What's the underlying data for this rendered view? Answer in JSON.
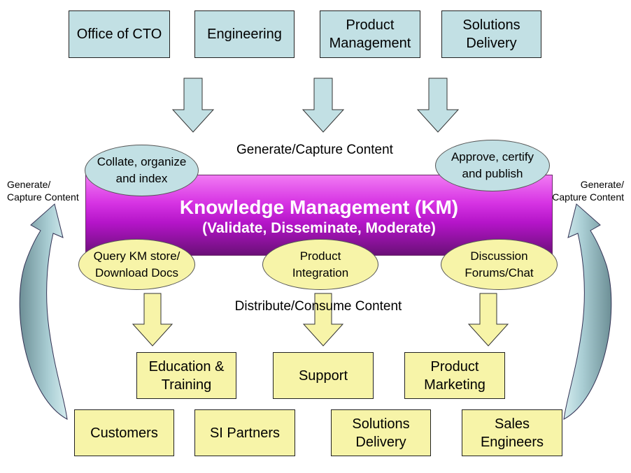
{
  "top_boxes": [
    "Office of CTO",
    "Engineering",
    "Product\nManagement",
    "Solutions\nDelivery"
  ],
  "km": {
    "title": "Knowledge Management (KM)",
    "subtitle": "(Validate, Disseminate, Moderate)"
  },
  "generate_label": "Generate/Capture Content",
  "distribute_label": "Distribute/Consume Content",
  "side_labels": {
    "left": "Generate/\nCapture Content",
    "right": "Generate/\nCapture Content"
  },
  "ellipses_top": [
    "Collate, organize\nand index",
    "Approve, certify\nand publish"
  ],
  "ellipses_bottom": [
    "Query KM store/\nDownload Docs",
    "Product\nIntegration",
    "Discussion\nForums/Chat"
  ],
  "middle_boxes": [
    "Education &\nTraining",
    "Support",
    "Product\nMarketing"
  ],
  "bottom_boxes": [
    "Customers",
    "SI Partners",
    "Solutions\nDelivery",
    "Sales\nEngineers"
  ],
  "colors": {
    "top_fill": "#c2e0e4",
    "bottom_fill": "#f7f4a8",
    "km_fill": "#d633e3"
  }
}
